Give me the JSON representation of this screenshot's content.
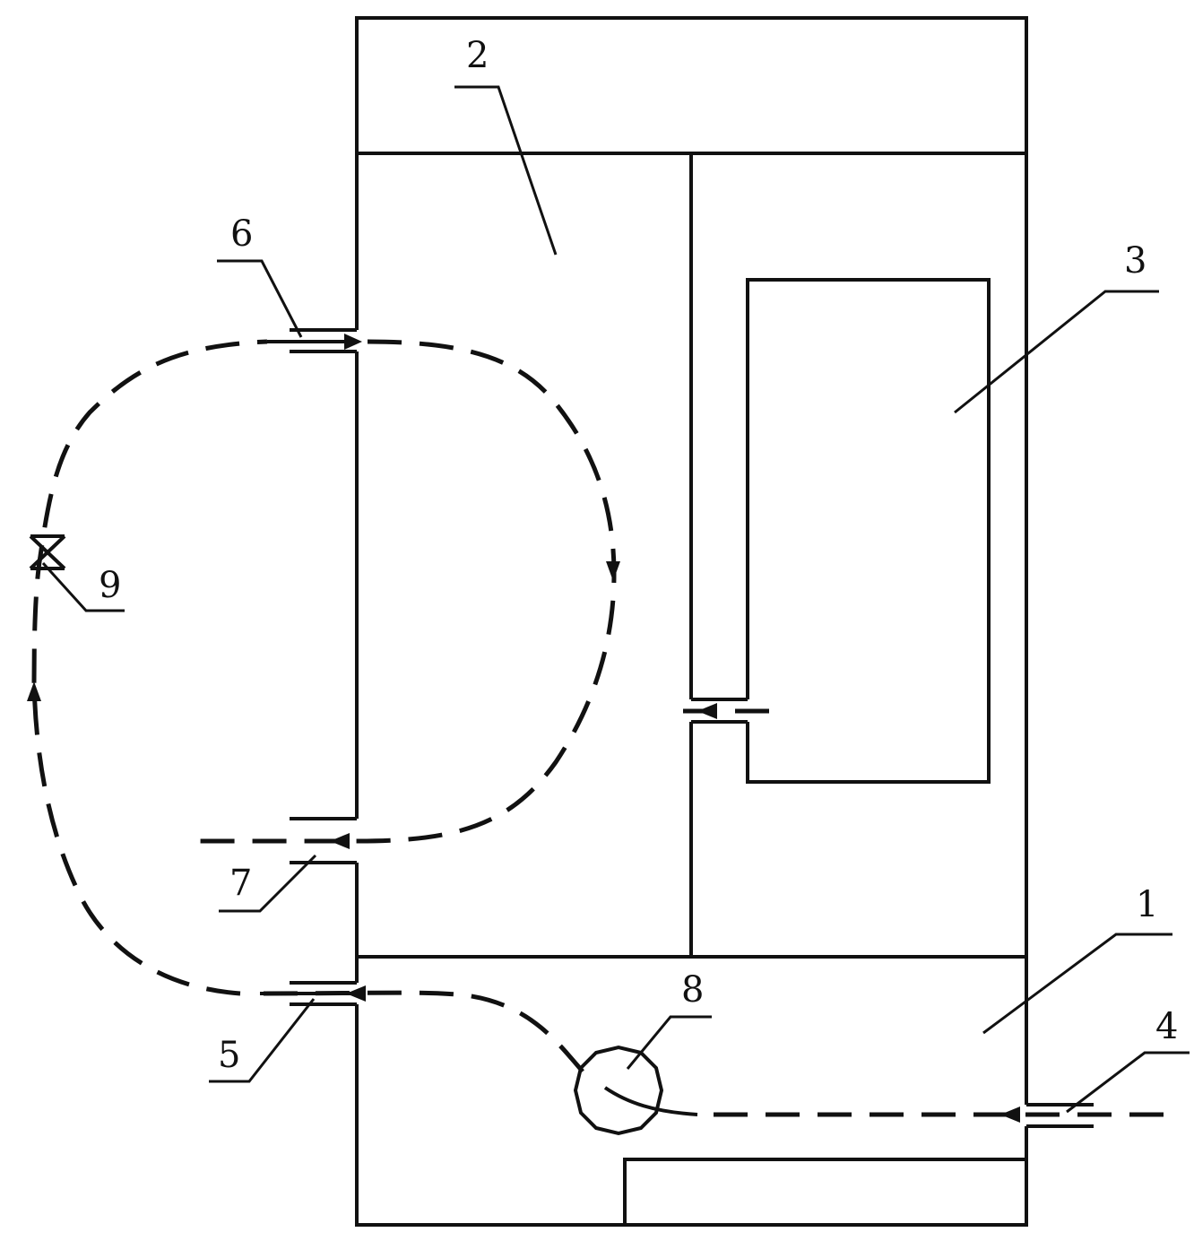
{
  "diagram": {
    "labels": {
      "l1": "1",
      "l2": "2",
      "l3": "3",
      "l4": "4",
      "l5": "5",
      "l6": "6",
      "l7": "7",
      "l8": "8",
      "l9": "9"
    },
    "colors": {
      "line": "#111111",
      "background": "#ffffff"
    }
  }
}
